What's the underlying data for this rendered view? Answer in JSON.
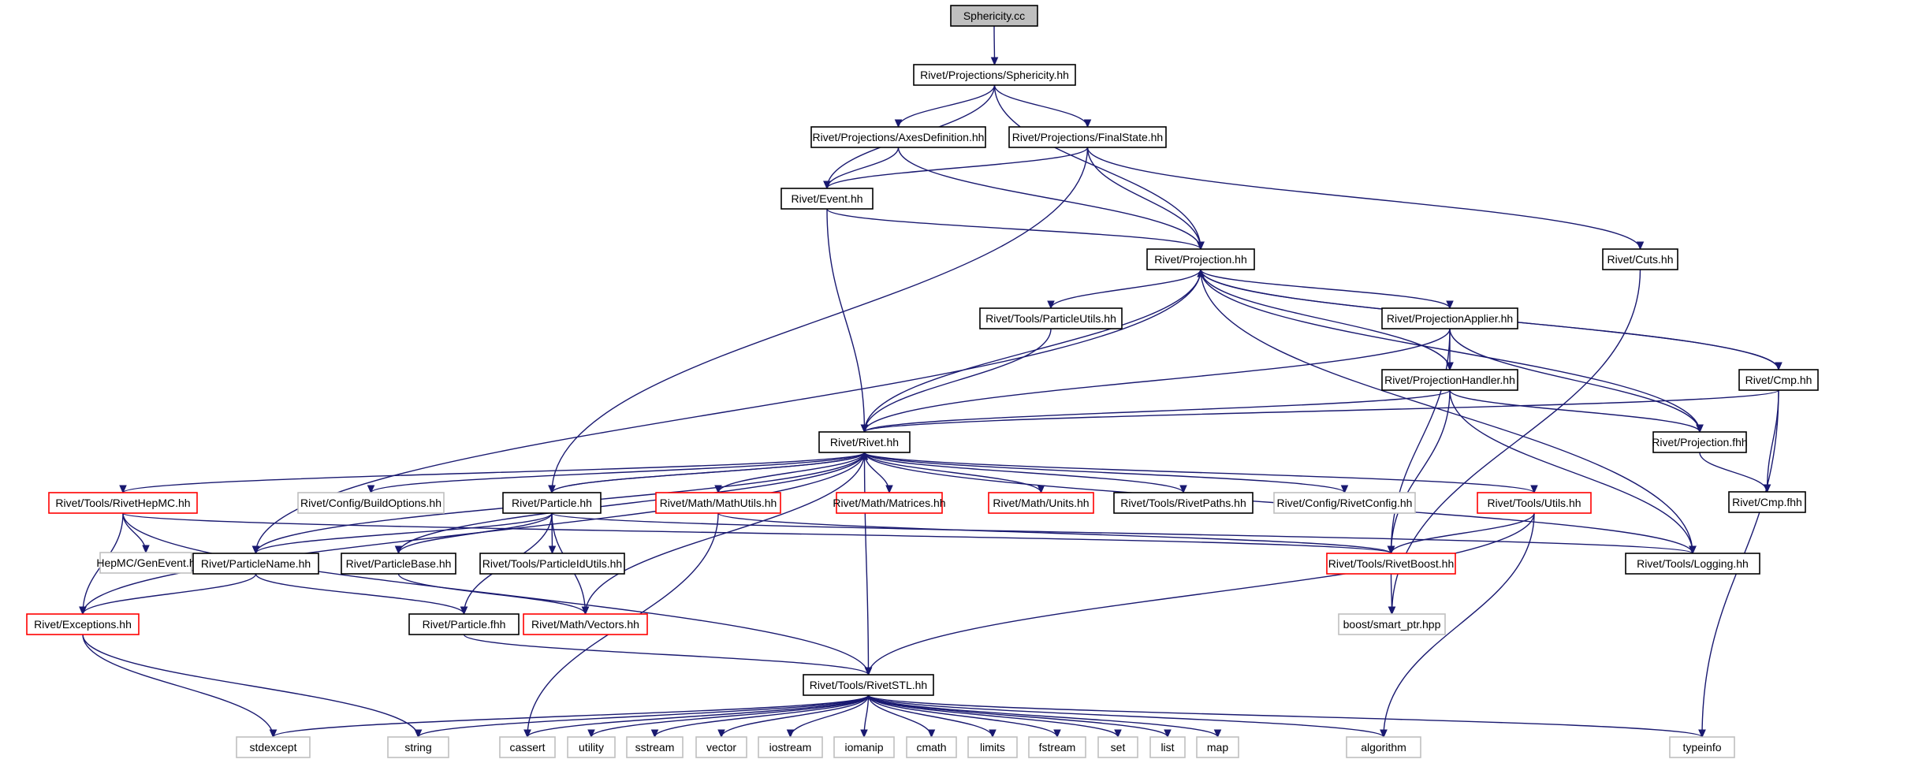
{
  "graph": {
    "nodes": [
      {
        "id": "n0",
        "label": "Sphericity.cc",
        "style": "root"
      },
      {
        "id": "n1",
        "label": "Rivet/Projections/Sphericity.hh",
        "style": "black"
      },
      {
        "id": "n2",
        "label": "Rivet/Projections/AxesDefinition.hh",
        "style": "black"
      },
      {
        "id": "n3",
        "label": "Rivet/Projections/FinalState.hh",
        "style": "black"
      },
      {
        "id": "n4",
        "label": "Rivet/Event.hh",
        "style": "black"
      },
      {
        "id": "n5",
        "label": "Rivet/Projection.hh",
        "style": "black"
      },
      {
        "id": "n6",
        "label": "Rivet/Cuts.hh",
        "style": "black"
      },
      {
        "id": "n7",
        "label": "Rivet/Tools/ParticleUtils.hh",
        "style": "black"
      },
      {
        "id": "n8",
        "label": "Rivet/ProjectionApplier.hh",
        "style": "black"
      },
      {
        "id": "n9",
        "label": "Rivet/ProjectionHandler.hh",
        "style": "black"
      },
      {
        "id": "n10",
        "label": "Rivet/Cmp.hh",
        "style": "black"
      },
      {
        "id": "n11",
        "label": "Rivet/Rivet.hh",
        "style": "black"
      },
      {
        "id": "n12",
        "label": "Rivet/Projection.fhh",
        "style": "black"
      },
      {
        "id": "n13",
        "label": "Rivet/Cmp.fhh",
        "style": "black"
      },
      {
        "id": "n14",
        "label": "Rivet/Tools/RivetHepMC.hh",
        "style": "red"
      },
      {
        "id": "n15",
        "label": "Rivet/Config/BuildOptions.hh",
        "style": "gray"
      },
      {
        "id": "n16",
        "label": "Rivet/Particle.hh",
        "style": "black"
      },
      {
        "id": "n17",
        "label": "Rivet/Math/MathUtils.hh",
        "style": "red"
      },
      {
        "id": "n18",
        "label": "Rivet/Math/Matrices.hh",
        "style": "red"
      },
      {
        "id": "n19",
        "label": "Rivet/Math/Units.hh",
        "style": "red"
      },
      {
        "id": "n20",
        "label": "Rivet/Tools/RivetPaths.hh",
        "style": "black"
      },
      {
        "id": "n21",
        "label": "Rivet/Config/RivetConfig.hh",
        "style": "gray"
      },
      {
        "id": "n22",
        "label": "Rivet/Tools/Utils.hh",
        "style": "red"
      },
      {
        "id": "n23",
        "label": "HepMC/GenEvent.h",
        "style": "gray"
      },
      {
        "id": "n24",
        "label": "Rivet/ParticleName.hh",
        "style": "black"
      },
      {
        "id": "n25",
        "label": "Rivet/ParticleBase.hh",
        "style": "black"
      },
      {
        "id": "n26",
        "label": "Rivet/Tools/ParticleIdUtils.hh",
        "style": "black"
      },
      {
        "id": "n27",
        "label": "Rivet/Tools/RivetBoost.hh",
        "style": "red"
      },
      {
        "id": "n28",
        "label": "Rivet/Tools/Logging.hh",
        "style": "black"
      },
      {
        "id": "n29",
        "label": "Rivet/Exceptions.hh",
        "style": "red"
      },
      {
        "id": "n30",
        "label": "Rivet/Particle.fhh",
        "style": "black"
      },
      {
        "id": "n31",
        "label": "Rivet/Math/Vectors.hh",
        "style": "red"
      },
      {
        "id": "n32",
        "label": "boost/smart_ptr.hpp",
        "style": "gray"
      },
      {
        "id": "n33",
        "label": "Rivet/Tools/RivetSTL.hh",
        "style": "black"
      },
      {
        "id": "n34",
        "label": "stdexcept",
        "style": "gray"
      },
      {
        "id": "n35",
        "label": "string",
        "style": "gray"
      },
      {
        "id": "n36",
        "label": "cassert",
        "style": "gray"
      },
      {
        "id": "n37",
        "label": "utility",
        "style": "gray"
      },
      {
        "id": "n38",
        "label": "sstream",
        "style": "gray"
      },
      {
        "id": "n39",
        "label": "vector",
        "style": "gray"
      },
      {
        "id": "n40",
        "label": "iostream",
        "style": "gray"
      },
      {
        "id": "n41",
        "label": "iomanip",
        "style": "gray"
      },
      {
        "id": "n42",
        "label": "cmath",
        "style": "gray"
      },
      {
        "id": "n43",
        "label": "limits",
        "style": "gray"
      },
      {
        "id": "n44",
        "label": "fstream",
        "style": "gray"
      },
      {
        "id": "n45",
        "label": "set",
        "style": "gray"
      },
      {
        "id": "n46",
        "label": "list",
        "style": "gray"
      },
      {
        "id": "n47",
        "label": "map",
        "style": "gray"
      },
      {
        "id": "n48",
        "label": "algorithm",
        "style": "gray"
      },
      {
        "id": "n49",
        "label": "typeinfo",
        "style": "gray"
      }
    ],
    "edges": [
      [
        "n0",
        "n1"
      ],
      [
        "n1",
        "n2"
      ],
      [
        "n1",
        "n3"
      ],
      [
        "n1",
        "n4"
      ],
      [
        "n1",
        "n5"
      ],
      [
        "n2",
        "n4"
      ],
      [
        "n2",
        "n5"
      ],
      [
        "n3",
        "n4"
      ],
      [
        "n3",
        "n5"
      ],
      [
        "n3",
        "n6"
      ],
      [
        "n3",
        "n16"
      ],
      [
        "n4",
        "n5"
      ],
      [
        "n4",
        "n11"
      ],
      [
        "n5",
        "n7"
      ],
      [
        "n5",
        "n8"
      ],
      [
        "n5",
        "n9"
      ],
      [
        "n5",
        "n10"
      ],
      [
        "n5",
        "n11"
      ],
      [
        "n5",
        "n12"
      ],
      [
        "n5",
        "n24"
      ],
      [
        "n5",
        "n28"
      ],
      [
        "n7",
        "n11"
      ],
      [
        "n8",
        "n9"
      ],
      [
        "n8",
        "n11"
      ],
      [
        "n8",
        "n12"
      ],
      [
        "n8",
        "n27"
      ],
      [
        "n9",
        "n11"
      ],
      [
        "n9",
        "n12"
      ],
      [
        "n9",
        "n27"
      ],
      [
        "n9",
        "n28"
      ],
      [
        "n10",
        "n5"
      ],
      [
        "n10",
        "n11"
      ],
      [
        "n10",
        "n13"
      ],
      [
        "n10",
        "n49"
      ],
      [
        "n12",
        "n13"
      ],
      [
        "n11",
        "n14"
      ],
      [
        "n11",
        "n15"
      ],
      [
        "n11",
        "n16"
      ],
      [
        "n11",
        "n17"
      ],
      [
        "n11",
        "n18"
      ],
      [
        "n11",
        "n19"
      ],
      [
        "n11",
        "n20"
      ],
      [
        "n11",
        "n21"
      ],
      [
        "n11",
        "n22"
      ],
      [
        "n11",
        "n24"
      ],
      [
        "n11",
        "n29"
      ],
      [
        "n11",
        "n31"
      ],
      [
        "n11",
        "n33"
      ],
      [
        "n11",
        "n28"
      ],
      [
        "n14",
        "n23"
      ],
      [
        "n14",
        "n29"
      ],
      [
        "n14",
        "n27"
      ],
      [
        "n14",
        "n33"
      ],
      [
        "n16",
        "n11"
      ],
      [
        "n16",
        "n24"
      ],
      [
        "n16",
        "n25"
      ],
      [
        "n16",
        "n26"
      ],
      [
        "n16",
        "n30"
      ],
      [
        "n16",
        "n31"
      ],
      [
        "n16",
        "n28"
      ],
      [
        "n17",
        "n27"
      ],
      [
        "n17",
        "n36"
      ],
      [
        "n22",
        "n27"
      ],
      [
        "n22",
        "n33"
      ],
      [
        "n22",
        "n48"
      ],
      [
        "n24",
        "n29"
      ],
      [
        "n24",
        "n30"
      ],
      [
        "n25",
        "n11"
      ],
      [
        "n25",
        "n31"
      ],
      [
        "n27",
        "n32"
      ],
      [
        "n6",
        "n32"
      ],
      [
        "n29",
        "n34"
      ],
      [
        "n29",
        "n35"
      ],
      [
        "n30",
        "n33"
      ],
      [
        "n33",
        "n34"
      ],
      [
        "n33",
        "n35"
      ],
      [
        "n33",
        "n36"
      ],
      [
        "n33",
        "n37"
      ],
      [
        "n33",
        "n38"
      ],
      [
        "n33",
        "n39"
      ],
      [
        "n33",
        "n40"
      ],
      [
        "n33",
        "n41"
      ],
      [
        "n33",
        "n42"
      ],
      [
        "n33",
        "n43"
      ],
      [
        "n33",
        "n44"
      ],
      [
        "n33",
        "n45"
      ],
      [
        "n33",
        "n46"
      ],
      [
        "n33",
        "n47"
      ],
      [
        "n33",
        "n48"
      ],
      [
        "n33",
        "n49"
      ]
    ],
    "colors": {
      "edge": "#191970",
      "root_fill": "#bfbfbf",
      "black_border": "#000000",
      "red_border": "#ff0000",
      "gray_border": "#bfbfbf",
      "node_fill": "#ffffff"
    }
  }
}
